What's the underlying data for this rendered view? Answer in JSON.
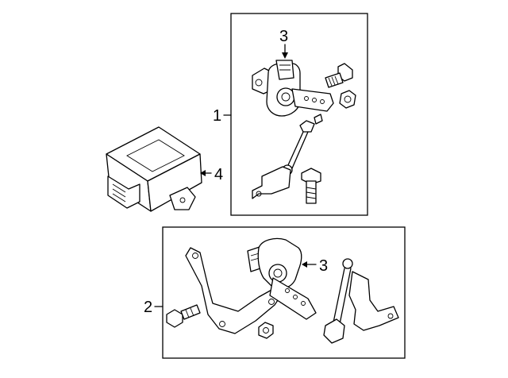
{
  "callouts": {
    "sensor_assembly": "1",
    "sensor_assembly_rear": "2",
    "sensor_front": "3",
    "sensor_rear": "3",
    "control_module": "4"
  },
  "icons": {
    "level_sensor_front": "level-sensor-icon",
    "control_module": "module-icon",
    "bolt": "bolt-icon",
    "nut": "nut-icon",
    "bracket": "bracket-icon"
  },
  "colors": {
    "line": "#000000",
    "background": "#ffffff"
  }
}
